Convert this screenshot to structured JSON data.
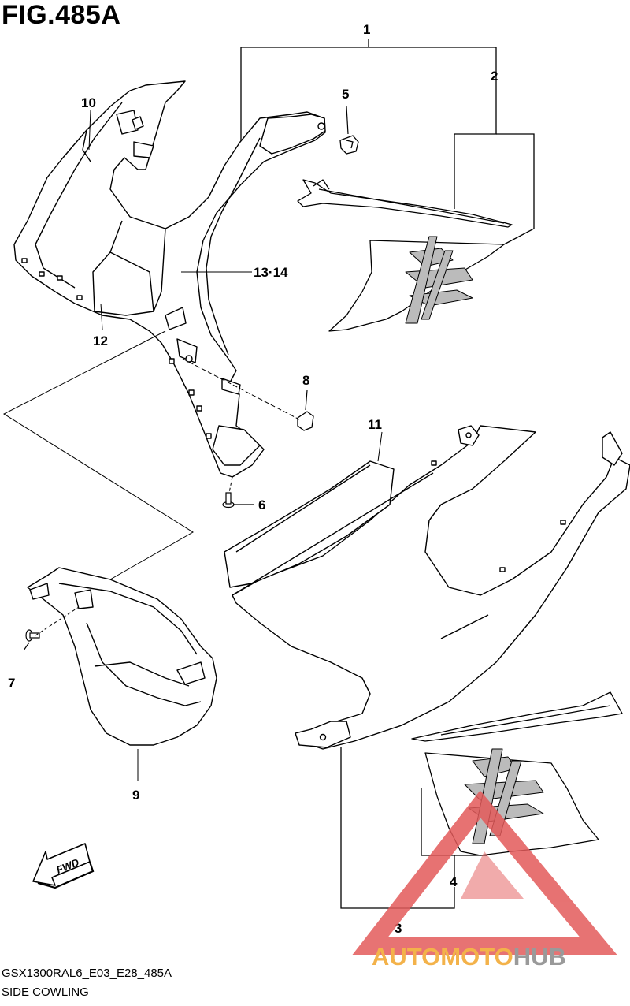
{
  "figure": {
    "title": "FIG.485A",
    "code": "GSX1300RAL6_E03_E28_485A",
    "name": "SIDE COWLING"
  },
  "callouts": [
    {
      "id": "c1",
      "label": "1"
    },
    {
      "id": "c2",
      "label": "2"
    },
    {
      "id": "c3",
      "label": "3"
    },
    {
      "id": "c4",
      "label": "4"
    },
    {
      "id": "c5",
      "label": "5"
    },
    {
      "id": "c6",
      "label": "6"
    },
    {
      "id": "c7",
      "label": "7"
    },
    {
      "id": "c8",
      "label": "8"
    },
    {
      "id": "c9",
      "label": "9"
    },
    {
      "id": "c10",
      "label": "10"
    },
    {
      "id": "c11",
      "label": "11"
    },
    {
      "id": "c12",
      "label": "12"
    },
    {
      "id": "c13",
      "label": "13·14"
    }
  ],
  "fwd_label": "FWD",
  "watermark": {
    "part1": "AUTOMOTO",
    "part2": "HUB",
    "color1": "#f3b24a",
    "color2": "#9a9a9a",
    "triangle_color": "#e35a5a"
  }
}
